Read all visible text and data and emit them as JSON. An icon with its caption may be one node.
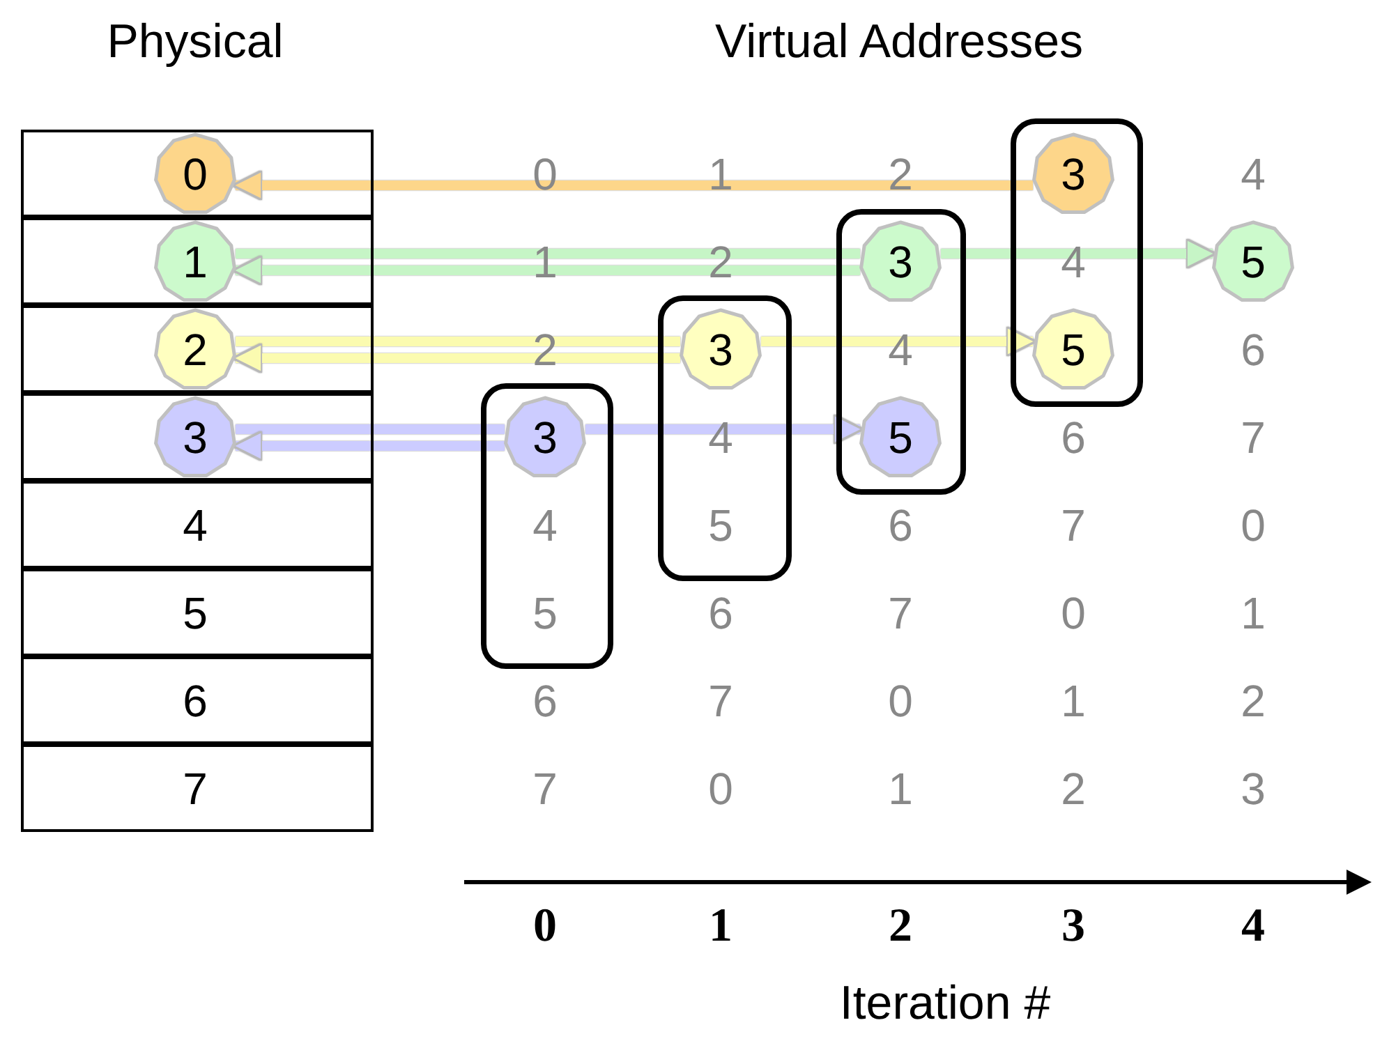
{
  "diagram": {
    "nodes": [
      {
        "text": [],
        "shape": "box"
      },
      {
        "text": [
          "0"
        ],
        "in": 0
      },
      {
        "text": [],
        "shape": "box"
      },
      {
        "text": [
          "1"
        ],
        "in": 2
      },
      {
        "text": [],
        "shape": "box"
      },
      {
        "text": [
          "2"
        ],
        "in": 4
      },
      {
        "text": [],
        "shape": "box"
      },
      {
        "text": [
          "3"
        ],
        "in": 6
      },
      {
        "text": [
          "4"
        ]
      },
      {
        "text": [
          "5"
        ]
      },
      {
        "text": [
          "6"
        ]
      },
      {
        "text": [
          "7"
        ]
      },
      {
        "text": [
          "4"
        ]
      },
      {
        "text": [
          "3"
        ],
        "in": 12
      },
      {
        "text": [
          "5"
        ],
        "in": 12
      },
      {
        "text": [
          "4"
        ]
      },
      {
        "text": [
          "3"
        ],
        "in": 15
      },
      {
        "text": [
          "5"
        ],
        "in": 15
      },
      {
        "text": [
          "5"
        ]
      },
      {
        "text": [
          "4",
          "5"
        ]
      },
      {
        "text": [
          "3"
        ],
        "in": 19
      },
      {
        "text": [
          "4",
          "5"
        ]
      },
      {
        "text": [
          "3"
        ],
        "in": 21
      }
    ],
    "edges": [
      {
        "from": 13,
        "to": 1,
        "arrow": "to",
        "color": "#fdd68a"
      },
      {
        "from": 3,
        "to": 16,
        "arrow": "none",
        "color": "#c6f5c6"
      },
      {
        "from": 16,
        "to": 18,
        "arrow": "to",
        "color": "#c6f5c6"
      },
      {
        "from": 16,
        "to": 3,
        "arrow": "to",
        "color": "#c6f5c6"
      },
      {
        "from": 5,
        "to": 20,
        "arrow": "none",
        "color": "#fbfbb0"
      },
      {
        "from": 20,
        "to": 14,
        "arrow": "to",
        "color": "#fbfbb0"
      },
      {
        "from": 20,
        "to": 5,
        "arrow": "to",
        "color": "#fbfbb0"
      },
      {
        "from": 7,
        "to": 22,
        "arrow": "none",
        "color": "#ccccff"
      },
      {
        "from": 22,
        "to": 17,
        "arrow": "to",
        "color": "#ccccff"
      },
      {
        "from": 22,
        "to": 7,
        "arrow": "to",
        "color": "#ccccff"
      }
    ],
    "labels": [
      "Physical",
      "Virtual Addresses",
      "0",
      "1",
      "2",
      "4",
      "1",
      "2",
      "2",
      "6",
      "6",
      "7",
      "6",
      "7",
      "0",
      "6",
      "7",
      "0",
      "1",
      "6",
      "7",
      "0",
      "1",
      "2",
      "7",
      "0",
      "1",
      "2",
      "3",
      "0",
      "1",
      "2",
      "3",
      "4",
      "Iteration #"
    ]
  }
}
